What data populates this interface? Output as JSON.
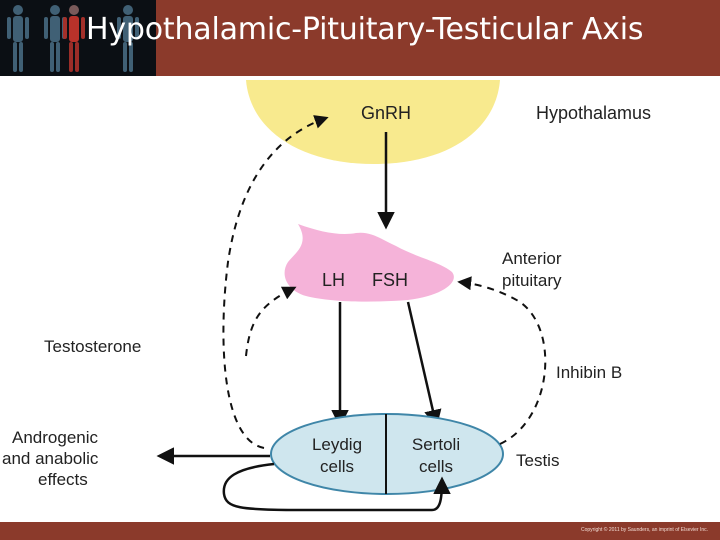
{
  "slide": {
    "title": "Hypothalamic-Pituitary-Testicular Axis",
    "copyright": "Copyright © 2011 by Saunders, an imprint of Elsevier Inc."
  },
  "colors": {
    "header_bg": "#8b3a2b",
    "hypothalamus_fill": "#f8ea8e",
    "pituitary_fill": "#f5b3d9",
    "testis_fill": "#cfe6ee",
    "testis_stroke": "#3f86a8"
  },
  "diagram": {
    "hypothalamus": {
      "hormone": "GnRH",
      "label": "Hypothalamus"
    },
    "pituitary": {
      "hormone_left": "LH",
      "hormone_right": "FSH",
      "label_line1": "Anterior",
      "label_line2": "pituitary"
    },
    "testis": {
      "leydig_line1": "Leydig",
      "leydig_line2": "cells",
      "sertoli_line1": "Sertoli",
      "sertoli_line2": "cells",
      "label": "Testis"
    },
    "testosterone_label": "Testosterone",
    "inhibin_label": "Inhibin B",
    "effects_line1": "Androgenic",
    "effects_line2": "and anabolic",
    "effects_line3": "effects"
  }
}
